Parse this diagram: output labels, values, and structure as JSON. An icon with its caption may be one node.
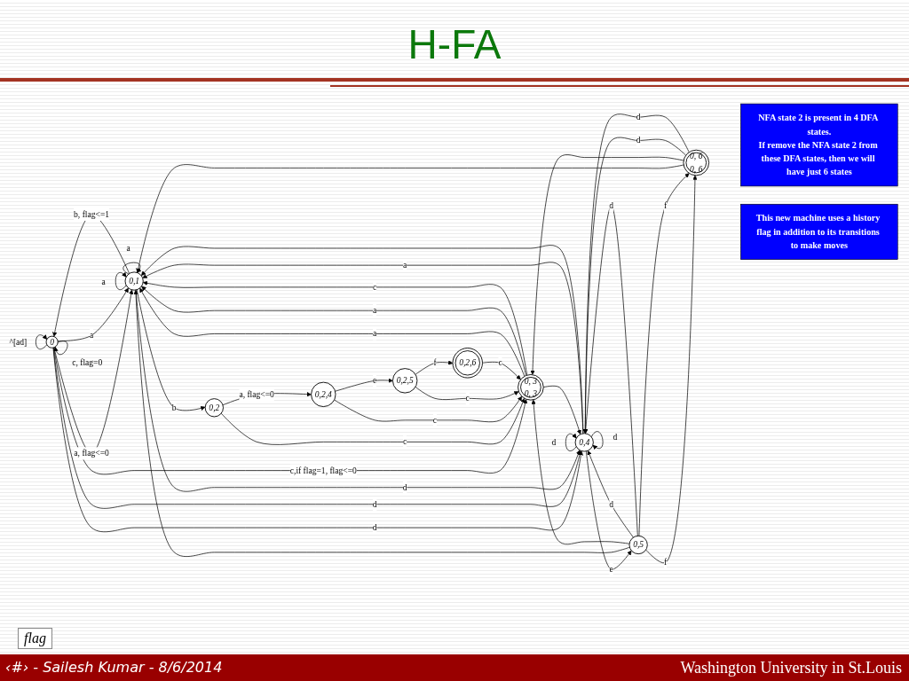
{
  "diagram": {
    "title": "H-FA",
    "nodes": [
      {
        "text": [
          "0"
        ]
      },
      {
        "text": [
          "0,1"
        ]
      },
      {
        "text": [
          "0,2"
        ]
      },
      {
        "text": [
          "0, 3",
          "0, 3"
        ]
      },
      {
        "text": [
          "0,2,4"
        ]
      },
      {
        "text": [
          "0,2,5"
        ]
      },
      {
        "text": [
          "0,2,6"
        ]
      },
      {
        "text": [
          "0,4"
        ]
      },
      {
        "text": [
          "0,5"
        ]
      },
      {
        "text": [
          "0, 6",
          "0, 6"
        ]
      },
      {
        "text": [
          "NFA state 2 is present in 4 DFA states.",
          "If remove the NFA state 2 from these DFA states, then we will have just 6 states"
        ]
      },
      {
        "text": [
          "This new machine uses a history flag in addition to its transitions to make moves"
        ]
      }
    ],
    "edges": [
      {
        "from": 0,
        "to": 1,
        "arrow": "to",
        "label": "a, flag<=0"
      },
      {
        "from": 1,
        "to": 0,
        "arrow": "to",
        "label": "b, flag<=1"
      },
      {
        "from": 0,
        "to": 0,
        "arrow": "to",
        "label": "^[ad]"
      },
      {
        "from": 0,
        "to": 0,
        "arrow": "to",
        "label": "c, flag=0"
      },
      {
        "from": 0,
        "to": 1,
        "arrow": "to",
        "label": "a"
      },
      {
        "from": 0,
        "to": 7,
        "arrow": "to",
        "label": "d"
      },
      {
        "from": 0,
        "to": 7,
        "arrow": "to",
        "label": "d"
      },
      {
        "from": 1,
        "to": 1,
        "arrow": "to",
        "label": "a"
      },
      {
        "from": 1,
        "to": 1,
        "arrow": "to",
        "label": "a"
      },
      {
        "from": 3,
        "to": 1,
        "arrow": "to",
        "label": "a"
      },
      {
        "from": 3,
        "to": 1,
        "arrow": "to",
        "label": "a"
      },
      {
        "from": 3,
        "to": 1,
        "arrow": "to",
        "label": "c"
      },
      {
        "from": 1,
        "to": 2,
        "arrow": "to",
        "label": "b"
      },
      {
        "from": 0,
        "to": 3,
        "arrow": "to",
        "label": "c,if flag=1, flag<=0"
      },
      {
        "from": 2,
        "to": 3,
        "arrow": "to",
        "label": "c"
      },
      {
        "from": 2,
        "to": 4,
        "arrow": "to",
        "label": "a, flag<=0"
      },
      {
        "from": 1,
        "to": 7,
        "arrow": "to",
        "label": "d"
      },
      {
        "from": 7,
        "to": 1,
        "arrow": "to",
        "label": "a"
      },
      {
        "from": 7,
        "to": 1,
        "arrow": "to"
      },
      {
        "from": 7,
        "to": 7,
        "arrow": "to",
        "label": "d"
      },
      {
        "from": 7,
        "to": 7,
        "arrow": "to",
        "label": "d"
      },
      {
        "from": 8,
        "to": 1,
        "arrow": "to"
      },
      {
        "from": 9,
        "to": 1,
        "arrow": "to"
      },
      {
        "from": 3,
        "to": 7,
        "arrow": "to"
      },
      {
        "from": 8,
        "to": 3,
        "arrow": "to"
      },
      {
        "from": 9,
        "to": 3,
        "arrow": "to"
      },
      {
        "from": 4,
        "to": 3,
        "arrow": "to",
        "label": "c"
      },
      {
        "from": 5,
        "to": 3,
        "arrow": "to",
        "label": "c"
      },
      {
        "from": 6,
        "to": 3,
        "arrow": "to",
        "label": "c"
      },
      {
        "from": 9,
        "to": 7,
        "arrow": "to",
        "label": "d"
      },
      {
        "from": 9,
        "to": 7,
        "arrow": "to",
        "label": "d"
      },
      {
        "from": 8,
        "to": 7,
        "arrow": "to",
        "label": "d"
      },
      {
        "from": 8,
        "to": 7,
        "arrow": "to",
        "label": "d"
      },
      {
        "from": 7,
        "to": 8,
        "arrow": "to",
        "label": "e"
      },
      {
        "from": 8,
        "to": 9,
        "arrow": "to",
        "label": "f"
      },
      {
        "from": 8,
        "to": 9,
        "arrow": "to",
        "label": "f"
      },
      {
        "from": 4,
        "to": 5,
        "arrow": "to",
        "label": "e"
      },
      {
        "from": 5,
        "to": 6,
        "arrow": "to",
        "label": "f"
      }
    ],
    "labels": [
      "flag",
      "‹#› - Sailesh Kumar - 8/6/2014",
      "Washington University in St.Louis"
    ]
  }
}
